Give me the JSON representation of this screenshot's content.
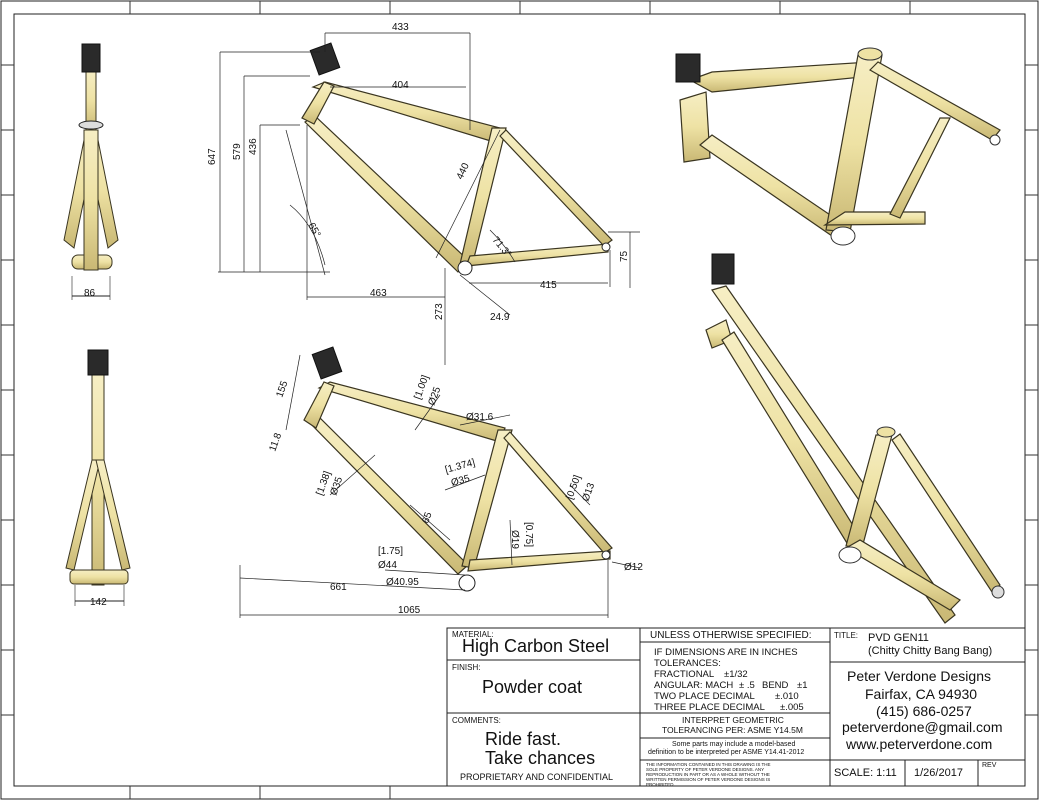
{
  "dimensions": {
    "side": {
      "top_length": "433",
      "top_tube": "404",
      "stack_total": "647",
      "stack": "579",
      "height": "436",
      "seat_tube": "440",
      "head_angle": "65°",
      "seat_angle": "71.3°",
      "chainstay": "415",
      "front_center": "463",
      "bb_drop_label": "273",
      "bb_offset": "24.9",
      "dropout": "75"
    },
    "front_width": "86",
    "rear_width": "142",
    "tubes": {
      "head_len": "155",
      "head_ext": "11.8",
      "dt_in": "[1.00]",
      "dt_dia": "Ø25",
      "tt_dia": "Ø31.6",
      "st_in": "[1.374]",
      "st_dia": "Ø35",
      "ss_in": "[0.50]",
      "ss_dia": "Ø13",
      "dt2_in": "[1.38]",
      "dt2_dia": "Ø35",
      "gusset": "65",
      "cs_in": "[0.75]",
      "cs_dia": "Ø19",
      "bb_in": "[1.75]",
      "bb_dia": "Ø44",
      "bb_inner": "Ø40.95",
      "axle": "Ø12",
      "reach": "661",
      "wheelbase": "1065"
    }
  },
  "title_block": {
    "material_label": "MATERIAL:",
    "material": "High Carbon Steel",
    "finish_label": "FINISH:",
    "finish": "Powder coat",
    "comments_label": "COMMENTS:",
    "comments_line1": "Ride fast.",
    "comments_line2": "Take chances",
    "proprietary": "PROPRIETARY AND CONFIDENTIAL",
    "unless": "UNLESS OTHERWISE SPECIFIED:",
    "tol_l1": "IF DIMENSIONS ARE IN INCHES",
    "tol_l2": "TOLERANCES:",
    "tol_l3a": "FRACTIONAL",
    "tol_l3b": "±1/32",
    "tol_l4a": "ANGULAR: MACH",
    "tol_l4b": "± .5",
    "tol_l4c": "BEND",
    "tol_l4d": "±1",
    "tol_l5a": "TWO PLACE DECIMAL",
    "tol_l5b": "±.010",
    "tol_l6a": "THREE PLACE DECIMAL",
    "tol_l6b": "±.005",
    "interpret1": "INTERPRET GEOMETRIC",
    "interpret2": "TOLERANCING PER: ASME Y14.5M",
    "model_note1": "Some parts may include a model-based",
    "model_note2": "definition to be interpreted per ASME Y14.41-2012",
    "fine_print": "THE INFORMATION CONTAINED IN THIS DRAWING IS THE SOLE PROPERTY OF PETER VERDONE DESIGNS. ANY REPRODUCTION IN PART OR AS A WHOLE WITHOUT THE WRITTEN PERMISSION OF PETER VERDONE DESIGNS IS PROHIBITED.",
    "title_label": "TITLE:",
    "title1": "PVD GEN11",
    "title2": "(Chitty Chitty Bang Bang)",
    "company": "Peter Verdone Designs",
    "city": "Fairfax, CA 94930",
    "phone": "(415) 686-0257",
    "email": "peterverdone@gmail.com",
    "web": "www.peterverdone.com",
    "scale": "SCALE: 1:11",
    "date": "1/26/2017",
    "rev": "REV"
  },
  "colors": {
    "frame": "#eee2a4",
    "outline": "#3a3520",
    "stem": "#2a2a2a"
  }
}
